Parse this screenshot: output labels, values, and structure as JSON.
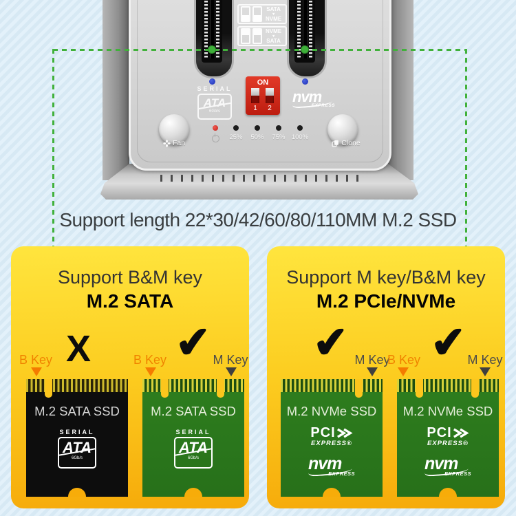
{
  "colors": {
    "accent_green": "#3fb13a",
    "card_yellow_top": "#ffe53e",
    "card_yellow_bottom": "#f6aa0a",
    "key_orange": "#f08300",
    "key_gray": "#4a4a4a",
    "pcb_black": "#0d0d0d",
    "pcb_green": "#2c7a1c",
    "dip_red": "#d2261a",
    "background_blue": "#d9ecf6"
  },
  "device": {
    "switch_legends": [
      {
        "from": "SATA",
        "to": "NVME"
      },
      {
        "from": "NVME",
        "to": "SATA"
      }
    ],
    "dip_switch": {
      "label": "ON",
      "pin1": "1",
      "pin2": "2"
    },
    "buttons": {
      "fan": "Fan",
      "clone": "Clone"
    },
    "led_labels": {
      "l25": "25%",
      "l50": "50%",
      "l75": "75%",
      "l100": "100%"
    }
  },
  "logos": {
    "serial_ata": {
      "serial": "SERIAL",
      "ata": "ATA",
      "speed": "6Gb/s"
    },
    "pcie": {
      "line1": "PCI",
      "line2": "EXPRESS®"
    },
    "nvm": {
      "main": "nvm",
      "sub": "EXPRESS"
    }
  },
  "caption": "Support length 22*30/42/60/80/110MM M.2 SSD",
  "cards": [
    {
      "title": "Support B&M key",
      "subtitle": "M.2 SATA",
      "key_labels": {
        "k1": "B Key",
        "k2": "B Key",
        "k3": "M Key"
      },
      "marks": {
        "m1": "X",
        "m2": "✔"
      },
      "ssds": [
        {
          "name": "M.2 SATA SSD"
        },
        {
          "name": "M.2 SATA SSD"
        }
      ]
    },
    {
      "title": "Support M key/B&M key",
      "subtitle": "M.2 PCIe/NVMe",
      "key_labels": {
        "k1": "M Key",
        "k2": "B Key",
        "k3": "M Key"
      },
      "marks": {
        "m1": "✔",
        "m2": "✔"
      },
      "ssds": [
        {
          "name": "M.2 NVMe SSD"
        },
        {
          "name": "M.2 NVMe SSD"
        }
      ]
    }
  ]
}
